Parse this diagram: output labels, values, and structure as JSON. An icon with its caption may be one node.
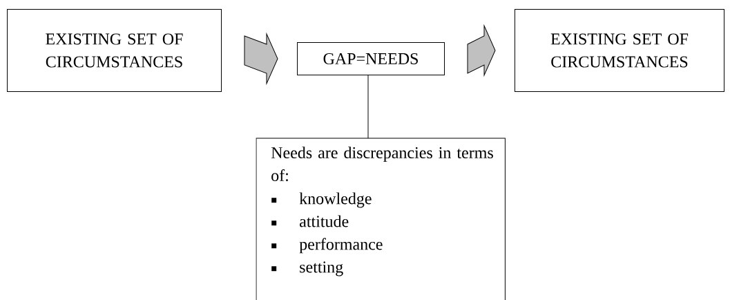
{
  "diagram": {
    "nodes": [
      {
        "text": [
          "EXISTING SET OF CIRCUMSTANCES"
        ]
      },
      {
        "text": [
          "GAP=NEEDS"
        ]
      },
      {
        "text": [
          "EXISTING SET OF CIRCUMSTANCES"
        ]
      },
      {
        "text": [
          "Needs are discrepancies in terms of:",
          "knowledge",
          "attitude",
          "performance",
          "setting"
        ]
      }
    ],
    "edges": [
      {
        "from": 0,
        "to": 1,
        "arrow": "to"
      },
      {
        "from": 1,
        "to": 2,
        "arrow": "to"
      },
      {
        "from": 1,
        "to": 3,
        "arrow": "none"
      }
    ]
  }
}
